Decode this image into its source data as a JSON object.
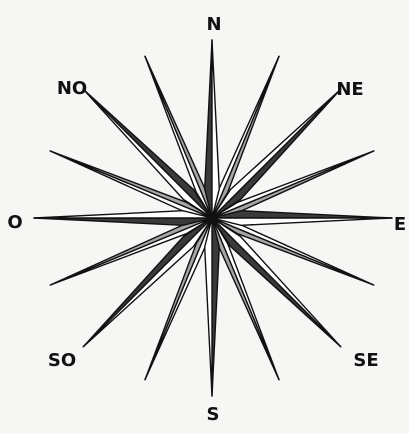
{
  "compass": {
    "labels": {
      "n": "N",
      "ne": "NE",
      "e": "E",
      "se": "SE",
      "s": "S",
      "so": "SO",
      "o": "O",
      "no": "NO"
    },
    "colors": {
      "background": "#f6f6f4",
      "ink": "#111111",
      "dark_fill": "#3a3a3a",
      "grey_fill": "#a6a6a6",
      "light_fill": "#ffffff"
    }
  }
}
